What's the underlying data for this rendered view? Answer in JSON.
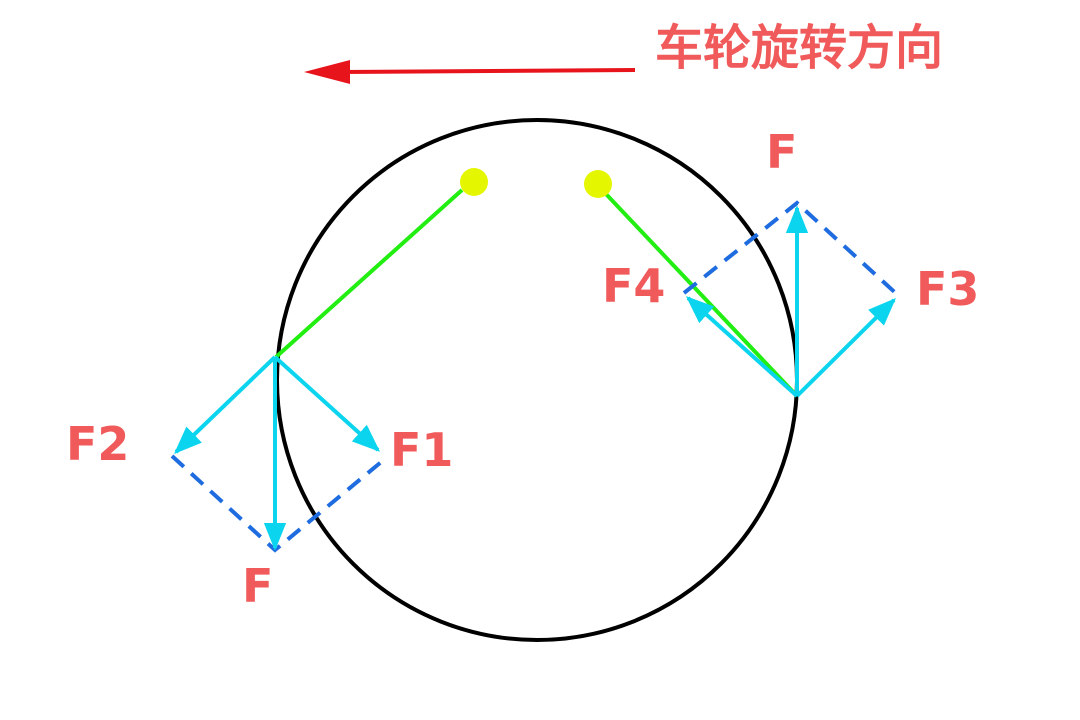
{
  "title": "车轮旋转方向",
  "labels": {
    "left_F": "F",
    "left_F1": "F1",
    "left_F2": "F2",
    "right_F": "F",
    "right_F3": "F3",
    "right_F4": "F4"
  },
  "colors": {
    "text": "#f05a5a",
    "direction_arrow": "#e8141c",
    "wheel": "#000000",
    "spoke": "#22ee11",
    "pivot": "#e4f700",
    "force": "#0ad4ee",
    "dashed": "#1f6ce0"
  }
}
